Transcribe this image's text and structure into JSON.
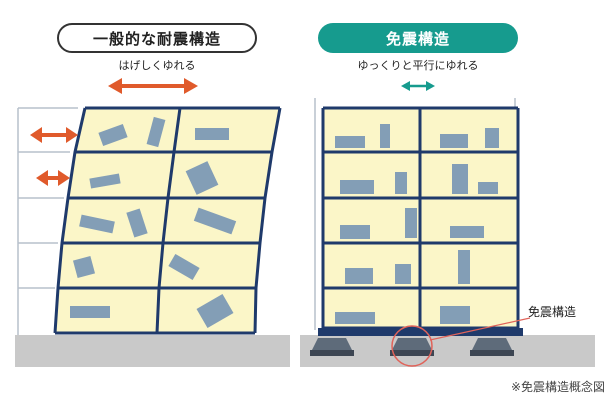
{
  "left": {
    "title": "一般的な耐震構造",
    "subtitle": "はげしくゆれる",
    "arrow_color": "#e05a2b"
  },
  "right": {
    "title": "免震構造",
    "subtitle": "ゆっくりと平行にゆれる",
    "arrow_color": "#169b8e",
    "callout": "免震構造"
  },
  "caption": "※免震構造概念図",
  "colors": {
    "floor_fill": "#fbf6c8",
    "frame": "#1f3a6b",
    "ground": "#c9c9c9",
    "callout_circle": "#e0635a"
  }
}
